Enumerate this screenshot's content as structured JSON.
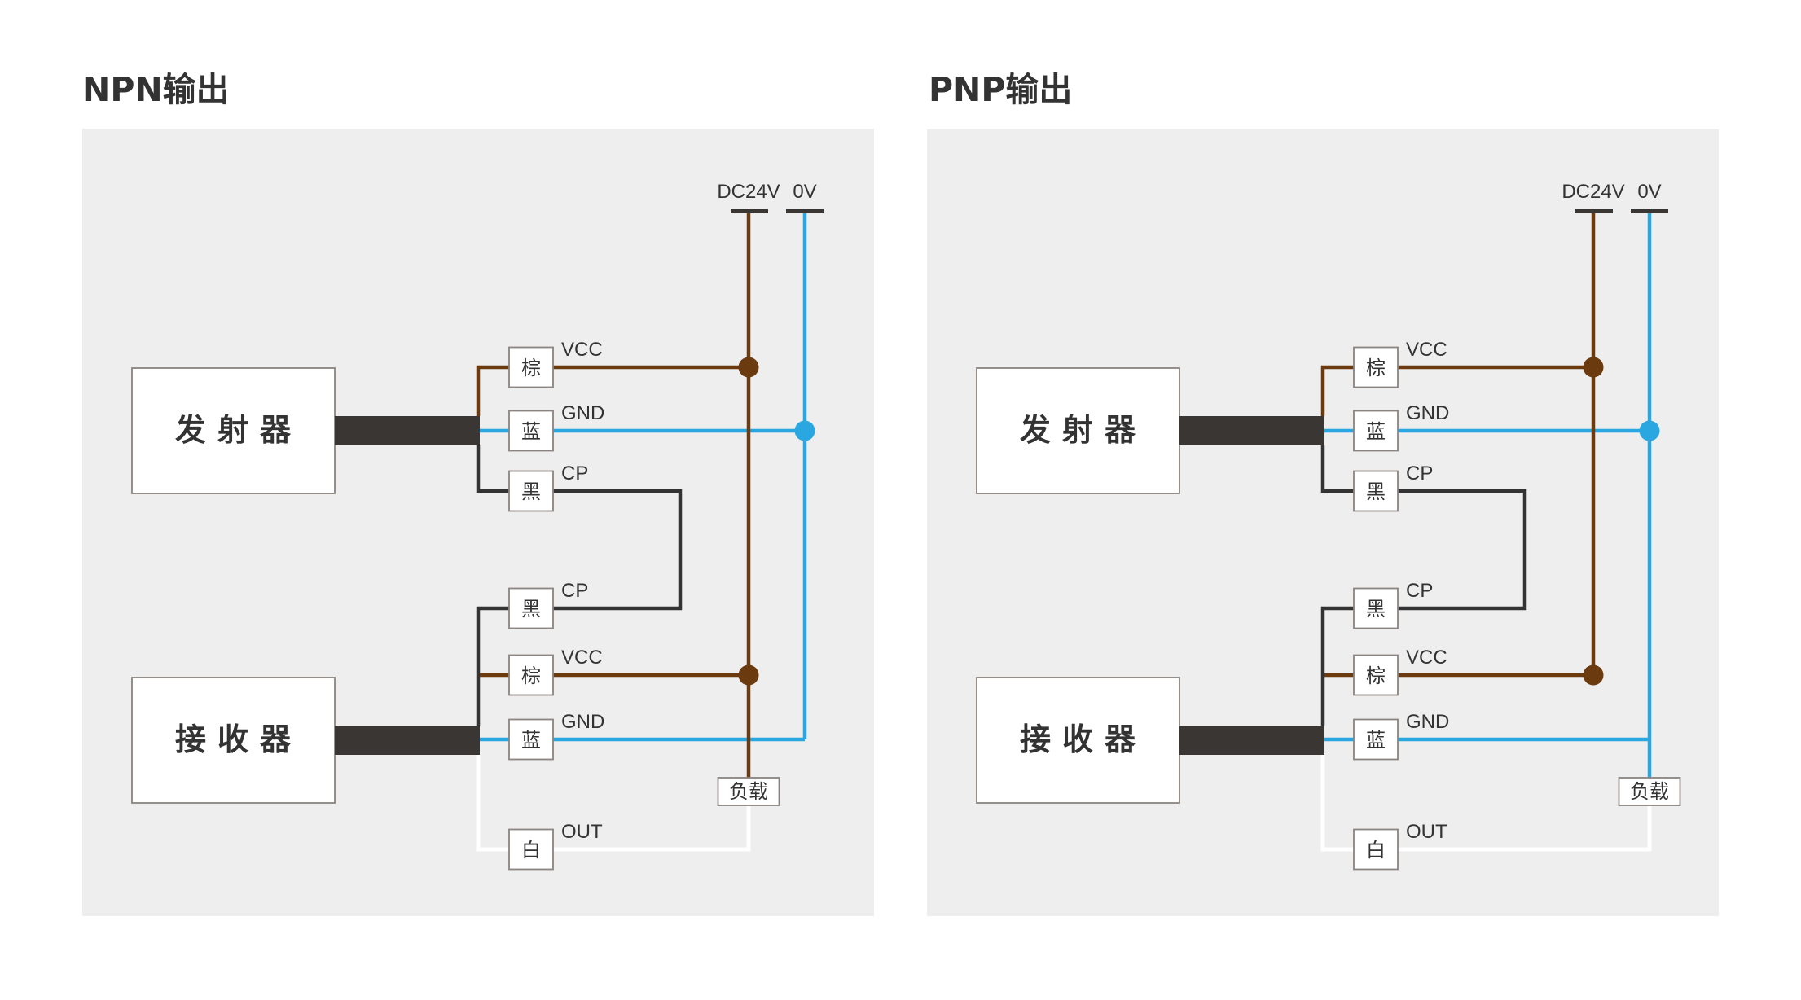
{
  "colors": {
    "brown": "#6b3a0e",
    "blue": "#2aa7e0",
    "black": "#333333",
    "white": "#ffffff",
    "panel": "#eeeeee",
    "box_border": "#8a8380"
  },
  "diagrams": [
    {
      "id": "npn",
      "title": "NPN输出",
      "supply": {
        "positive": "DC24V",
        "negative": "0V"
      },
      "emitter": {
        "label": "发射器",
        "wires": [
          {
            "color_name": "棕",
            "signal": "VCC"
          },
          {
            "color_name": "蓝",
            "signal": "GND"
          },
          {
            "color_name": "黑",
            "signal": "CP"
          }
        ]
      },
      "receiver": {
        "label": "接收器",
        "wires": [
          {
            "color_name": "黑",
            "signal": "CP"
          },
          {
            "color_name": "棕",
            "signal": "VCC"
          },
          {
            "color_name": "蓝",
            "signal": "GND"
          },
          {
            "color_name": "白",
            "signal": "OUT"
          }
        ]
      },
      "load": {
        "label": "负载",
        "connected_to": "DC24V"
      }
    },
    {
      "id": "pnp",
      "title": "PNP输出",
      "supply": {
        "positive": "DC24V",
        "negative": "0V"
      },
      "emitter": {
        "label": "发射器",
        "wires": [
          {
            "color_name": "棕",
            "signal": "VCC"
          },
          {
            "color_name": "蓝",
            "signal": "GND"
          },
          {
            "color_name": "黑",
            "signal": "CP"
          }
        ]
      },
      "receiver": {
        "label": "接收器",
        "wires": [
          {
            "color_name": "黑",
            "signal": "CP"
          },
          {
            "color_name": "棕",
            "signal": "VCC"
          },
          {
            "color_name": "蓝",
            "signal": "GND"
          },
          {
            "color_name": "白",
            "signal": "OUT"
          }
        ]
      },
      "load": {
        "label": "负载",
        "connected_to": "0V"
      }
    }
  ]
}
